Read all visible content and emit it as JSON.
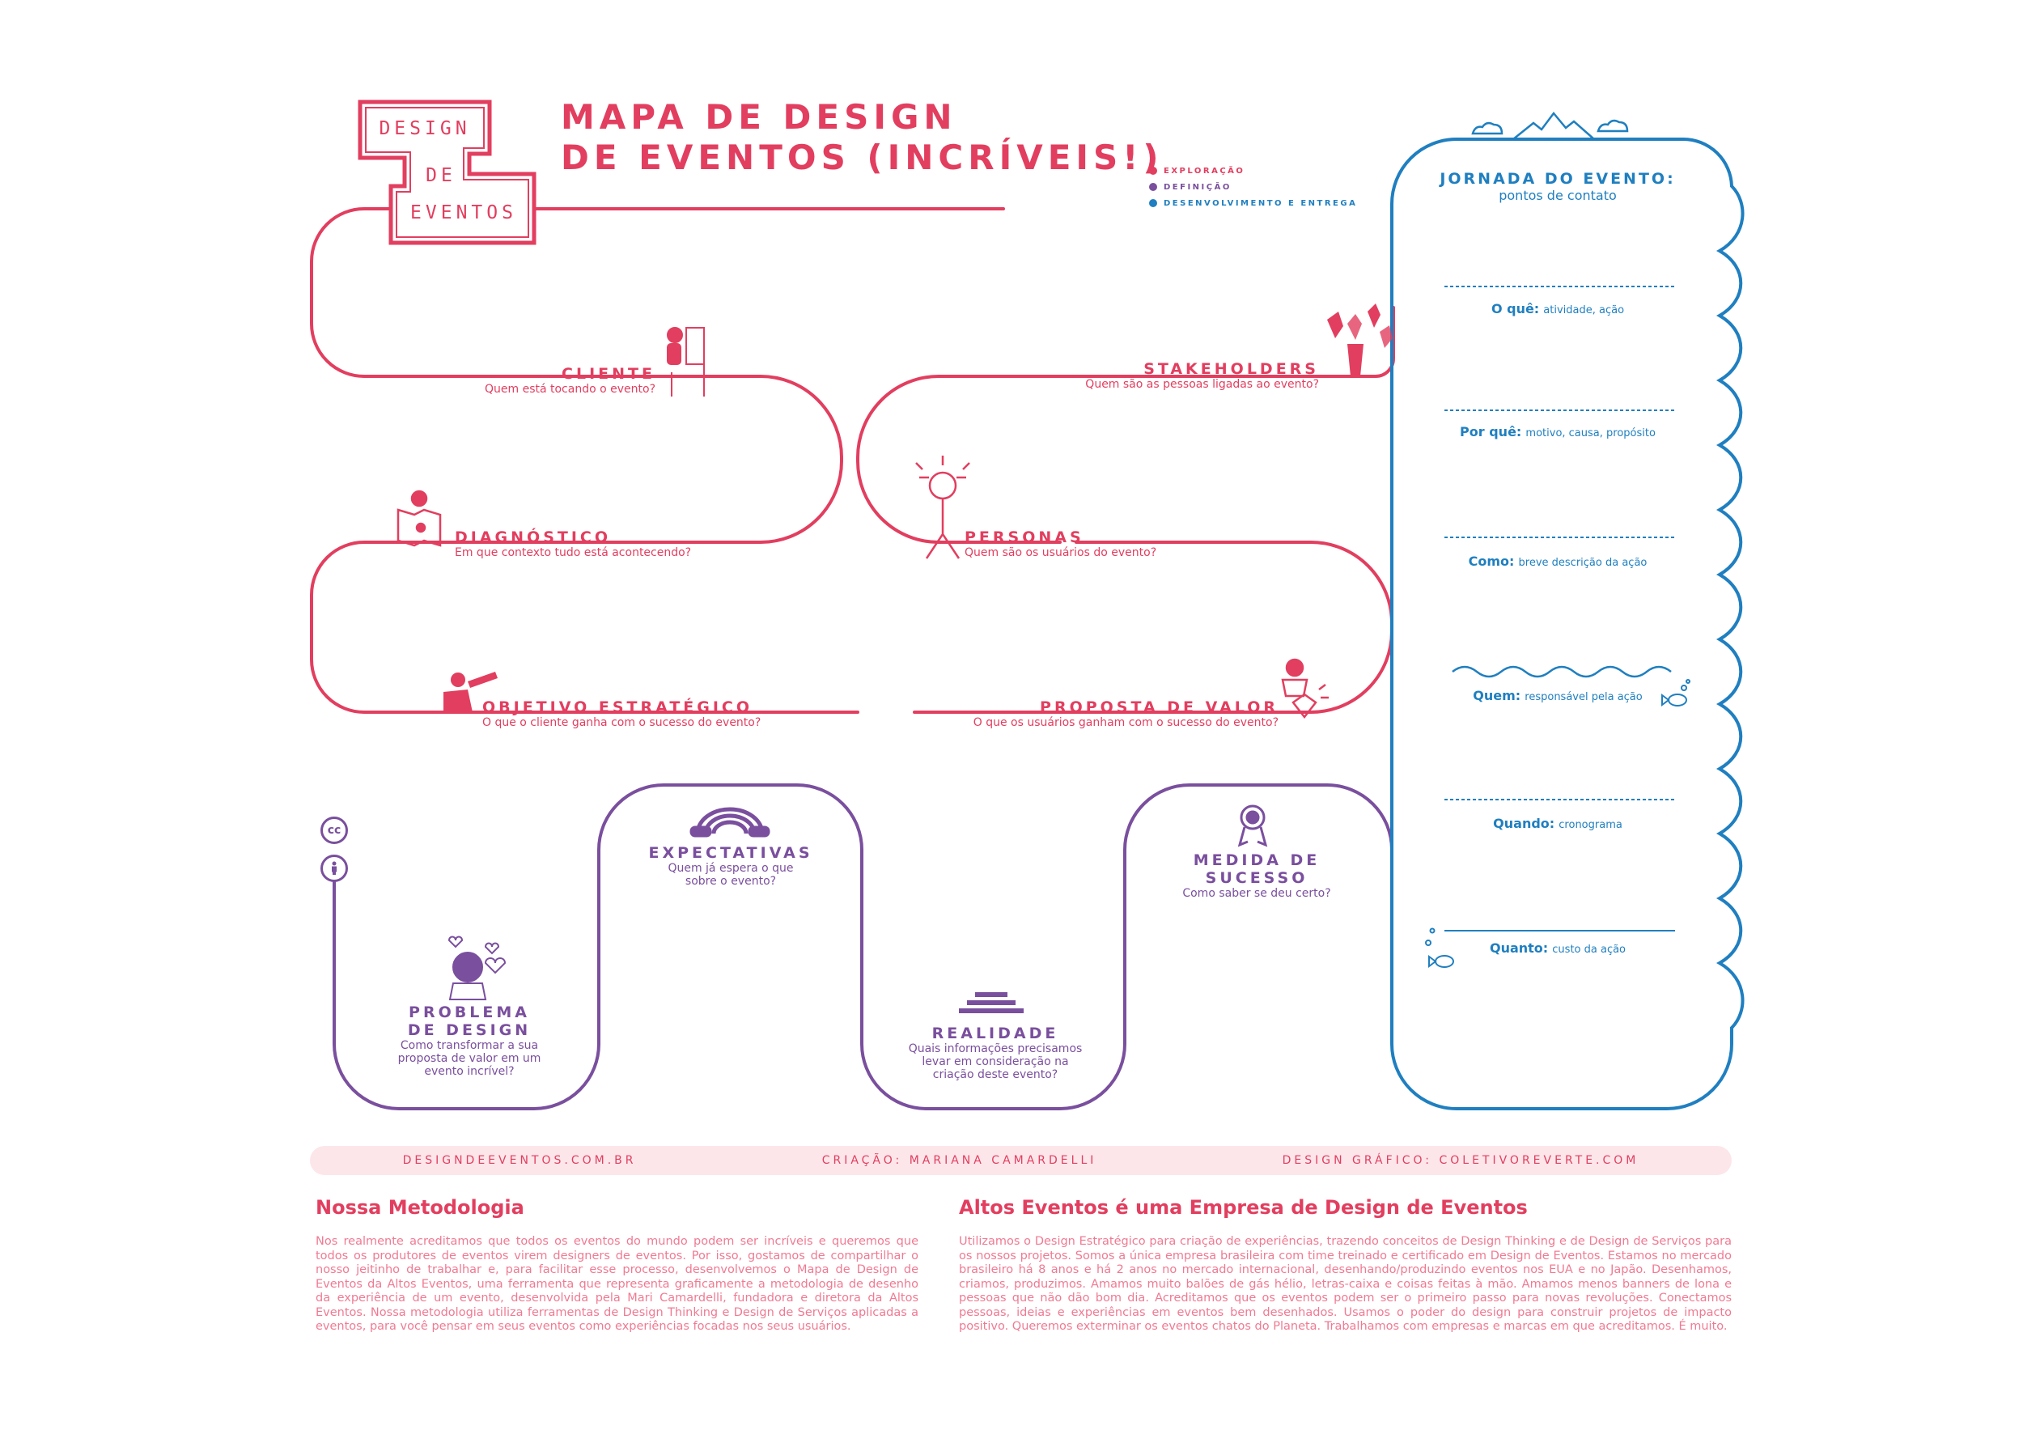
{
  "logo": {
    "line1": "DESIGN",
    "line2": "DE",
    "line3": "EVENTOS"
  },
  "title": {
    "line1": "MAPA DE DESIGN",
    "line2": "DE EVENTOS (INCRÍVEIS!)"
  },
  "legend": [
    {
      "label": "EXPLORAÇÃO",
      "color": "#E23E5F"
    },
    {
      "label": "DEFINIÇÃO",
      "color": "#7A4F9E"
    },
    {
      "label": "DESENVOLVIMENTO E ENTREGA",
      "color": "#1F7FC0"
    }
  ],
  "stages": {
    "cliente": {
      "title": "CLIENTE",
      "question": "Quem está tocando o evento?"
    },
    "stakeholders": {
      "title": "STAKEHOLDERS",
      "question": "Quem são as pessoas ligadas ao evento?"
    },
    "diagnostico": {
      "title": "DIAGNÓSTICO",
      "question": "Em que contexto tudo está acontecendo?"
    },
    "personas": {
      "title": "PERSONAS",
      "question": "Quem são os usuários do evento?"
    },
    "objetivo": {
      "title": "OBJETIVO ESTRATÉGICO",
      "question": "O que o cliente ganha com o sucesso do evento?"
    },
    "proposta": {
      "title": "PROPOSTA DE VALOR",
      "question": "O que os usuários ganham com o sucesso do evento?"
    },
    "expectativas": {
      "title": "EXPECTATIVAS",
      "question_l1": "Quem já espera o que",
      "question_l2": "sobre o evento?"
    },
    "medida": {
      "title_l1": "MEDIDA DE",
      "title_l2": "SUCESSO",
      "question": "Como saber se deu certo?"
    },
    "problema": {
      "title_l1": "PROBLEMA",
      "title_l2": "DE DESIGN",
      "q1": "Como transformar a sua",
      "q2": "proposta de valor em um",
      "q3": "evento incrível?"
    },
    "realidade": {
      "title": "REALIDADE",
      "q1": "Quais informações precisamos",
      "q2": "levar em consideração na",
      "q3": "criação deste evento?"
    }
  },
  "journey": {
    "title": "JORNADA DO EVENTO:",
    "subtitle": "pontos de contato",
    "rows": [
      {
        "label": "O quê:",
        "hint": "atividade, ação"
      },
      {
        "label": "Por quê:",
        "hint": "motivo, causa, propósito"
      },
      {
        "label": "Como:",
        "hint": "breve descrição da ação"
      },
      {
        "label": "Quem:",
        "hint": "responsável pela ação"
      },
      {
        "label": "Quando:",
        "hint": "cronograma"
      },
      {
        "label": "Quanto:",
        "hint": "custo da ação"
      }
    ]
  },
  "license": {
    "cc": "cc"
  },
  "footer": {
    "site": "DESIGNDEEVENTOS.COM.BR",
    "creation": "CRIAÇÃO: MARIANA CAMARDELLI",
    "graphic": "DESIGN GRÁFICO: COLETIVOREVERTE.COM"
  },
  "methodology": {
    "heading": "Nossa Metodologia",
    "text": "Nos realmente acreditamos que todos os eventos do mundo podem ser incríveis e queremos que todos os produtores de eventos virem designers de eventos. Por isso, gostamos de compartilhar o nosso jeitinho de trabalhar e, para facilitar esse processo, desenvolvemos o Mapa de Design de Eventos da Altos Eventos, uma ferramenta que representa graficamente a metodologia de desenho da experiência de um evento, desenvolvida pela Mari Camardelli, fundadora e diretora da Altos Eventos. Nossa metodologia utiliza ferramentas de Design Thinking e Design de Serviços aplicadas a eventos, para você pensar em seus eventos como experiências focadas nos seus usuários."
  },
  "company": {
    "heading": "Altos Eventos é uma Empresa de Design de Eventos",
    "text": "Utilizamos o Design Estratégico para criação de experiências, trazendo conceitos de Design Thinking e de Design de Serviços para os nossos projetos. Somos a única empresa brasileira com time treinado e certificado em Design de Eventos. Estamos no mercado brasileiro há 8 anos e há 2 anos no mercado internacional, desenhando/produzindo eventos nos EUA e no Japão. Desenhamos, criamos, produzimos. Amamos muito balões de gás hélio, letras-caixa e coisas feitas à mão. Amamos menos banners de lona e pessoas que não dão bom dia. Acreditamos que os eventos podem ser o primeiro passo para novas revoluções. Conectamos pessoas, ideias e experiências em eventos bem desenhados. Usamos o poder do design para construir projetos de impacto positivo. Queremos exterminar os eventos chatos do Planeta. Trabalhamos com empresas e marcas em que acreditamos. É muito."
  }
}
